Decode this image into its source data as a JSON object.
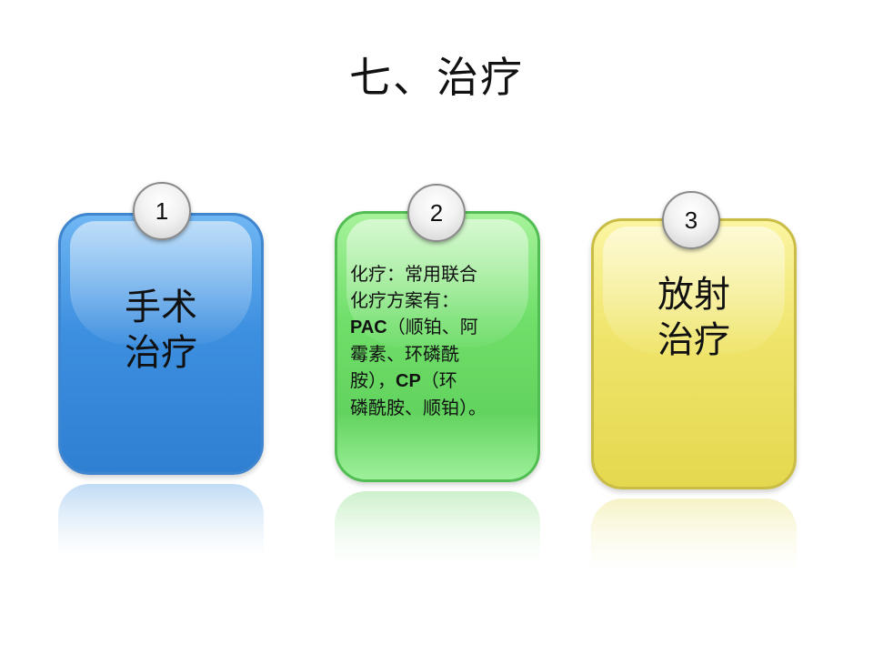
{
  "title": "七、治疗",
  "cards": [
    {
      "number": "1",
      "color": "#3d8fe0",
      "lines": [
        "手术",
        "治疗"
      ]
    },
    {
      "number": "2",
      "color": "#70df6a",
      "lines": [
        "化疗：常用联合",
        "化疗方案有：",
        "PAC（顺铂、阿",
        "霉素、环磷酰",
        "胺），CP（环",
        "磷酰胺、顺铂）。"
      ]
    },
    {
      "number": "3",
      "color": "#efe46a",
      "lines": [
        "放射",
        "治疗"
      ]
    }
  ]
}
